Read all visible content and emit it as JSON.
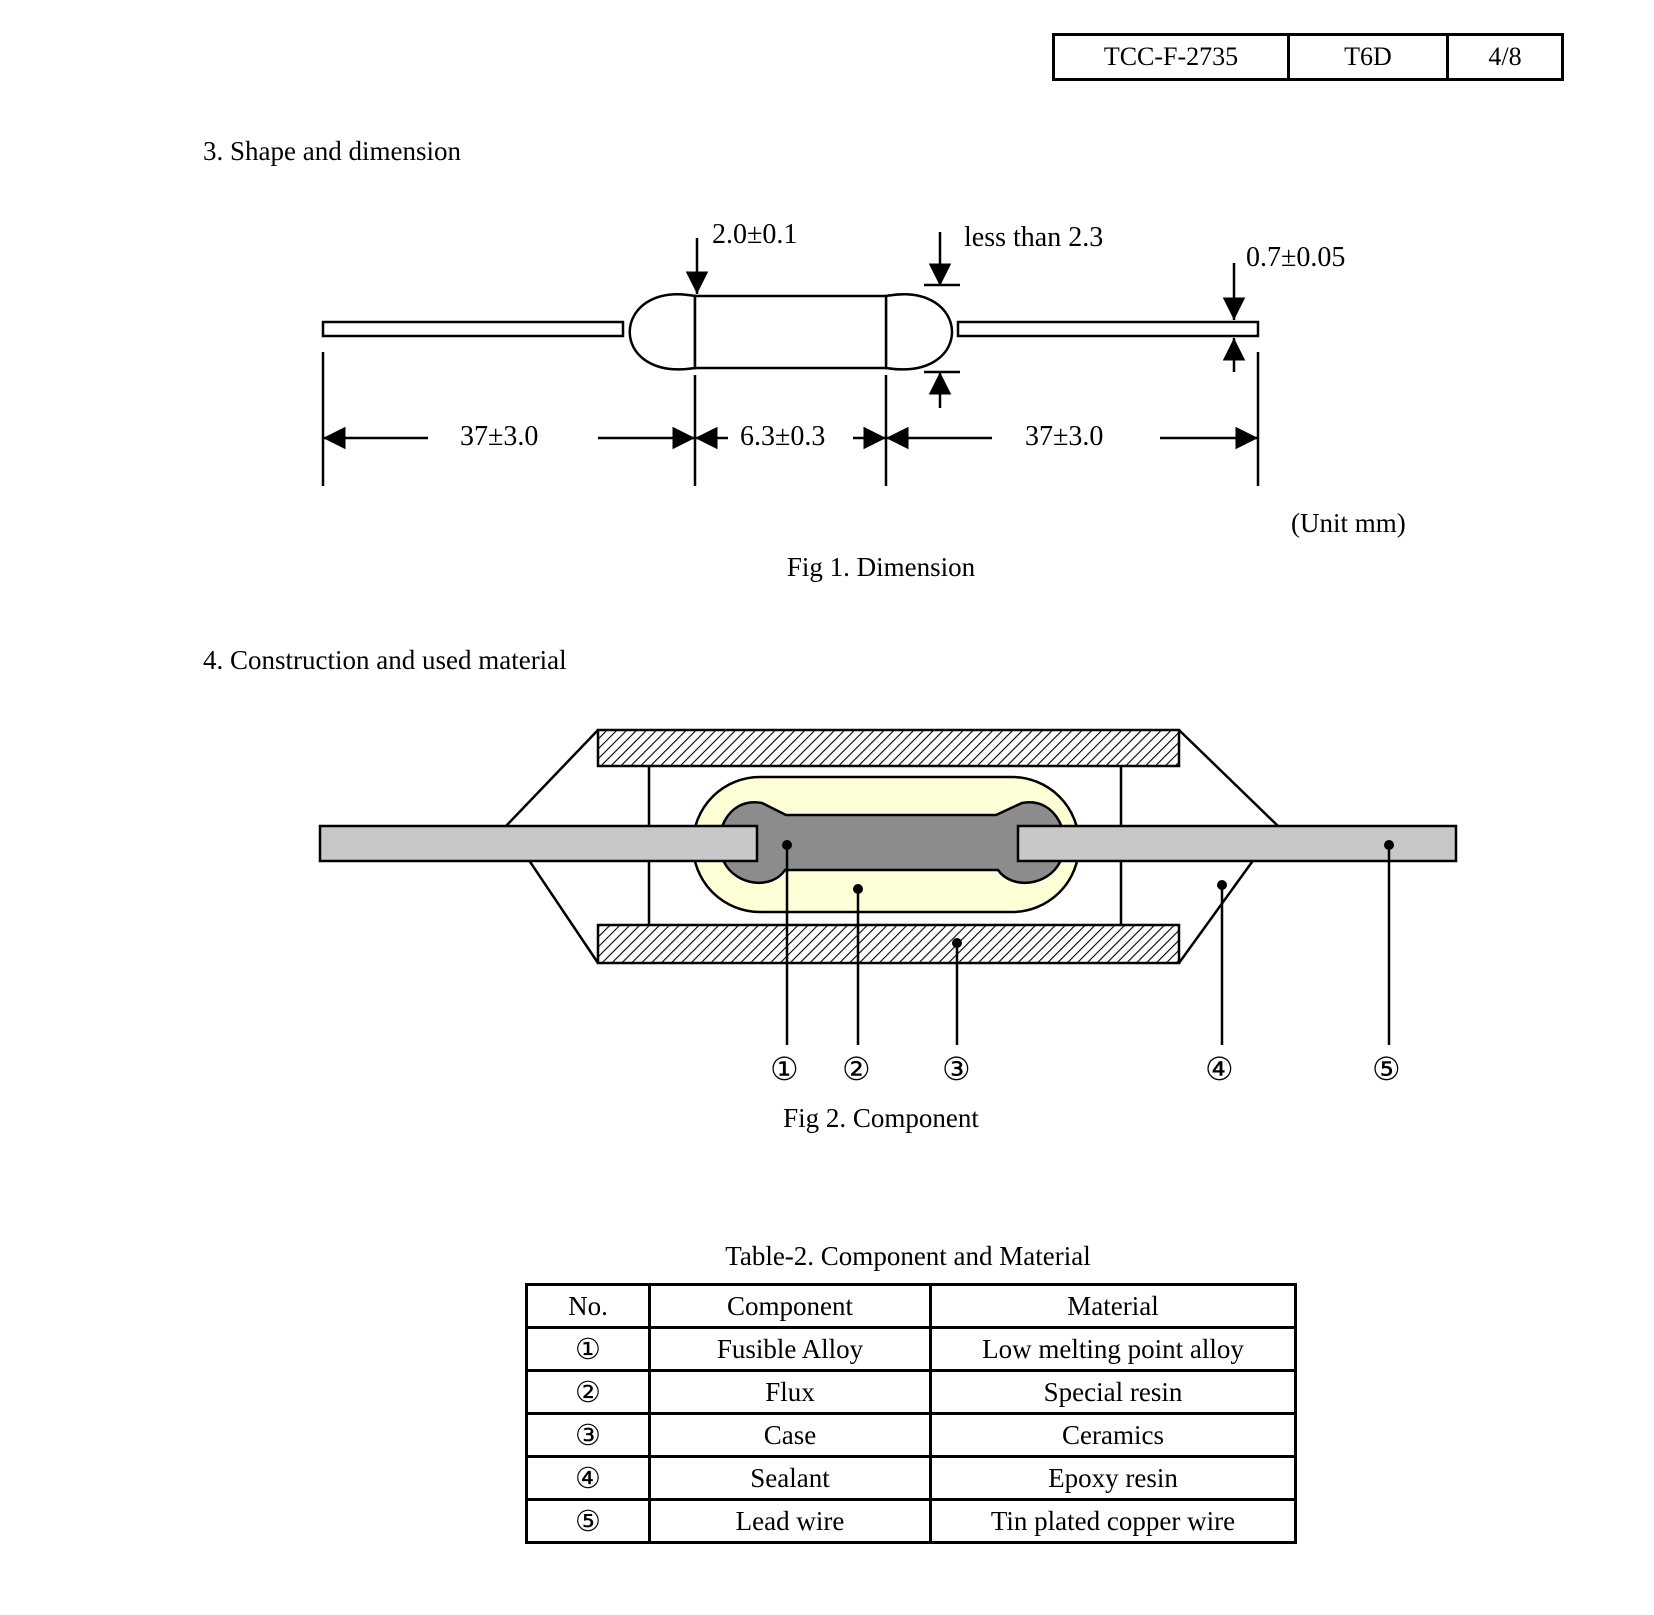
{
  "header": {
    "doc_no": "TCC-F-2735",
    "model": "T6D",
    "page": "4/8"
  },
  "section3": {
    "title": "3. Shape and dimension",
    "dims": {
      "body_diameter": "2.0±0.1",
      "cap_diameter": "less than 2.3",
      "lead_diameter": "0.7±0.05",
      "left_lead": "37±3.0",
      "body_length": "6.3±0.3",
      "right_lead": "37±3.0"
    },
    "unit": "(Unit mm)",
    "caption": "Fig 1. Dimension"
  },
  "section4": {
    "title": "4. Construction and used material",
    "markers": [
      "①",
      "②",
      "③",
      "④",
      "⑤"
    ],
    "caption": "Fig 2. Component"
  },
  "table": {
    "title": "Table-2. Component and Material",
    "headers": [
      "No.",
      "Component",
      "Material"
    ],
    "rows": [
      [
        "①",
        "Fusible Alloy",
        "Low melting point alloy"
      ],
      [
        "②",
        "Flux",
        "Special resin"
      ],
      [
        "③",
        "Case",
        "Ceramics"
      ],
      [
        "④",
        "Sealant",
        "Epoxy resin"
      ],
      [
        "⑤",
        "Lead wire",
        "Tin plated copper wire"
      ]
    ]
  }
}
